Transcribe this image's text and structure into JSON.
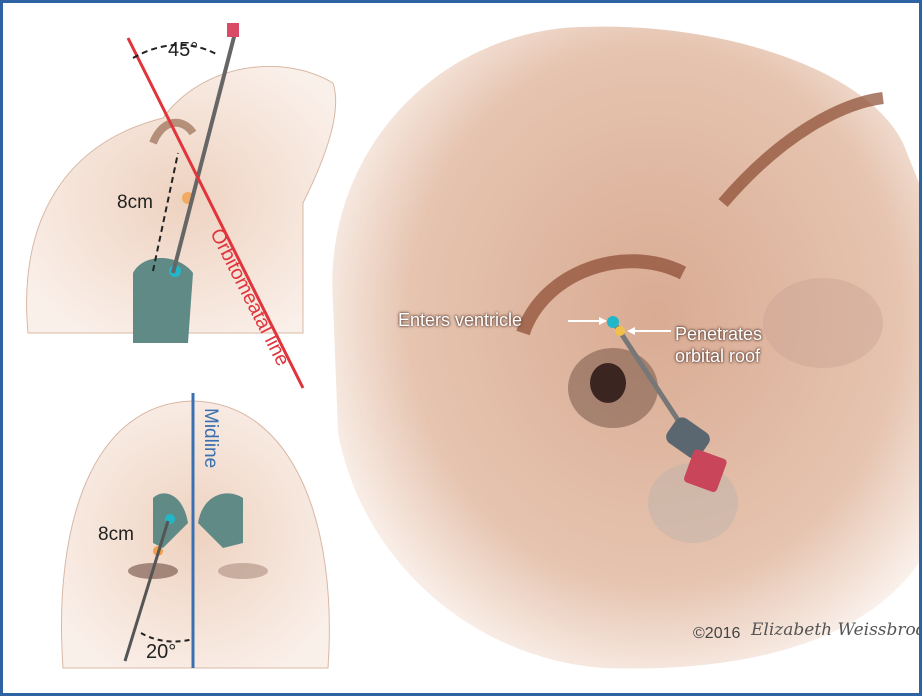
{
  "top_panel": {
    "angle_label": "45°",
    "distance_label": "8cm",
    "line_label": "Orbitomeatal line",
    "line_color": "#e0353c"
  },
  "bottom_panel": {
    "angle_label": "20°",
    "distance_label": "8cm",
    "line_label": "Midline",
    "line_color": "#3a6fb0"
  },
  "main_panel": {
    "label_enters": "Enters ventricle",
    "label_penetrates_1": "Penetrates",
    "label_penetrates_2": "orbital roof"
  },
  "credit": {
    "copyright": "©2016",
    "signature": "Elizabeth Weissbrod"
  },
  "colors": {
    "frame": "#2d62a3",
    "skin": "#e8c6ad",
    "ventricle": "#5f8a86",
    "target": "#22b6c9"
  }
}
